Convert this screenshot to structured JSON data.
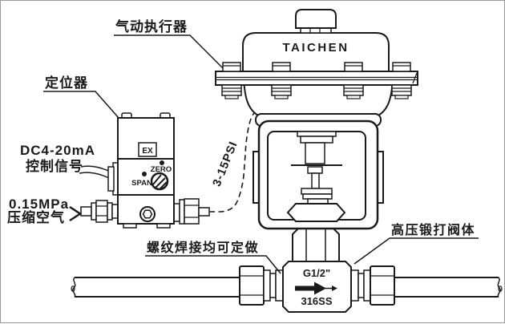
{
  "diagram": {
    "brand": "TAICHEN",
    "labels": {
      "actuator": "气动执行器",
      "positioner": "定位器",
      "signal_type": "DC4-20mA",
      "signal_name": "控制信号",
      "air_pressure": "0.15MPa",
      "air_name": "压缩空气",
      "tube_pressure_range": "3-15PSI",
      "custom_note": "螺纹焊接均可定做",
      "valve_body": "高压锻打阀体"
    },
    "valve": {
      "port_size": "G1/2\"",
      "material": "316SS"
    },
    "positioner_markings": {
      "ex": "EX",
      "zero": "ZERO",
      "span": "SPAN"
    },
    "colors": {
      "line": "#1a1a1a",
      "background": "#ffffff"
    }
  }
}
